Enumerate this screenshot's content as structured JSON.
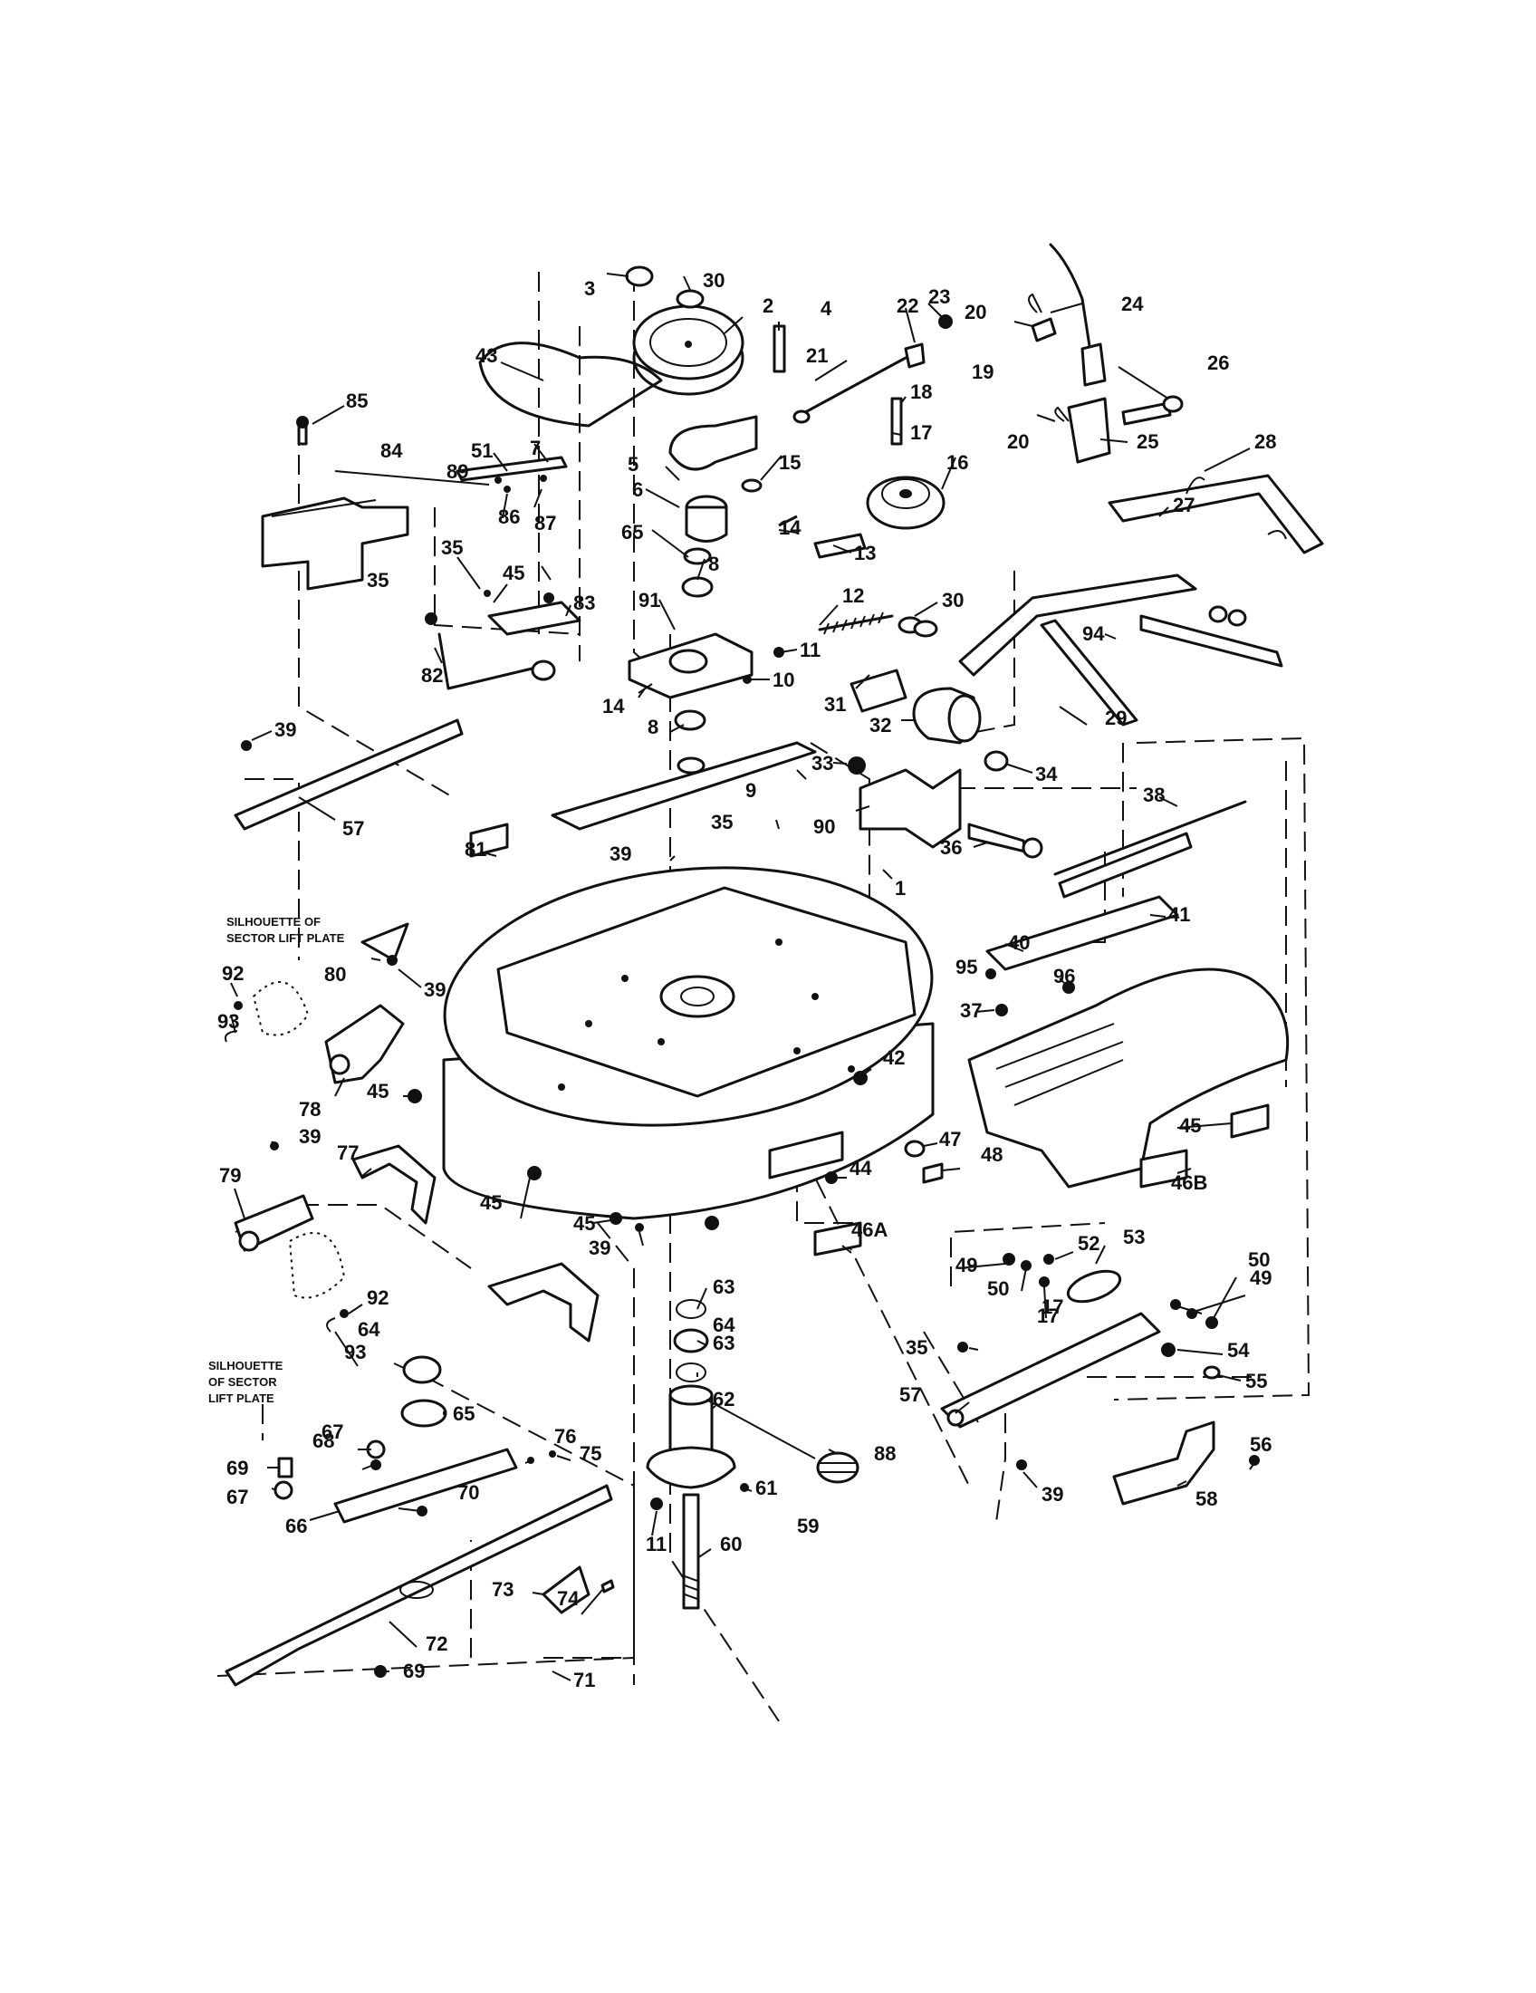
{
  "labels": [
    "3",
    "30",
    "2",
    "4",
    "22",
    "23",
    "24",
    "20",
    "19",
    "26",
    "18",
    "21",
    "17",
    "20",
    "25",
    "28",
    "43",
    "16",
    "15",
    "5",
    "6",
    "27",
    "85",
    "51",
    "7",
    "84",
    "89",
    "87",
    "86",
    "65",
    "8",
    "14",
    "13",
    "35",
    "45",
    "91",
    "12",
    "30",
    "35",
    "83",
    "11",
    "82",
    "10",
    "94",
    "14",
    "31",
    "8",
    "29",
    "32",
    "39",
    "57",
    "9",
    "33",
    "34",
    "90",
    "38",
    "35",
    "36",
    "39",
    "81",
    "1",
    "40",
    "41",
    "95",
    "96",
    "92",
    "80",
    "39",
    "37",
    "93",
    "78",
    "45",
    "42",
    "45",
    "47",
    "48",
    "39",
    "77",
    "44",
    "46B",
    "79",
    "45",
    "46A",
    "45",
    "39",
    "63",
    "52",
    "53",
    "92",
    "49",
    "17",
    "50",
    "49",
    "50",
    "64",
    "17",
    "93",
    "63",
    "35",
    "54",
    "64",
    "65",
    "57",
    "62",
    "55",
    "67",
    "76",
    "68",
    "75",
    "88",
    "56",
    "69",
    "61",
    "70",
    "39",
    "67",
    "66",
    "59",
    "58",
    "11",
    "60",
    "73",
    "74",
    "72",
    "69",
    "71"
  ],
  "notes": {
    "silhouette_top": [
      "SILHOUETTE OF",
      "SECTOR LIFT PLATE"
    ],
    "silhouette_bottom": [
      "SILHOUETTE",
      "OF SECTOR",
      "LIFT PLATE"
    ]
  }
}
